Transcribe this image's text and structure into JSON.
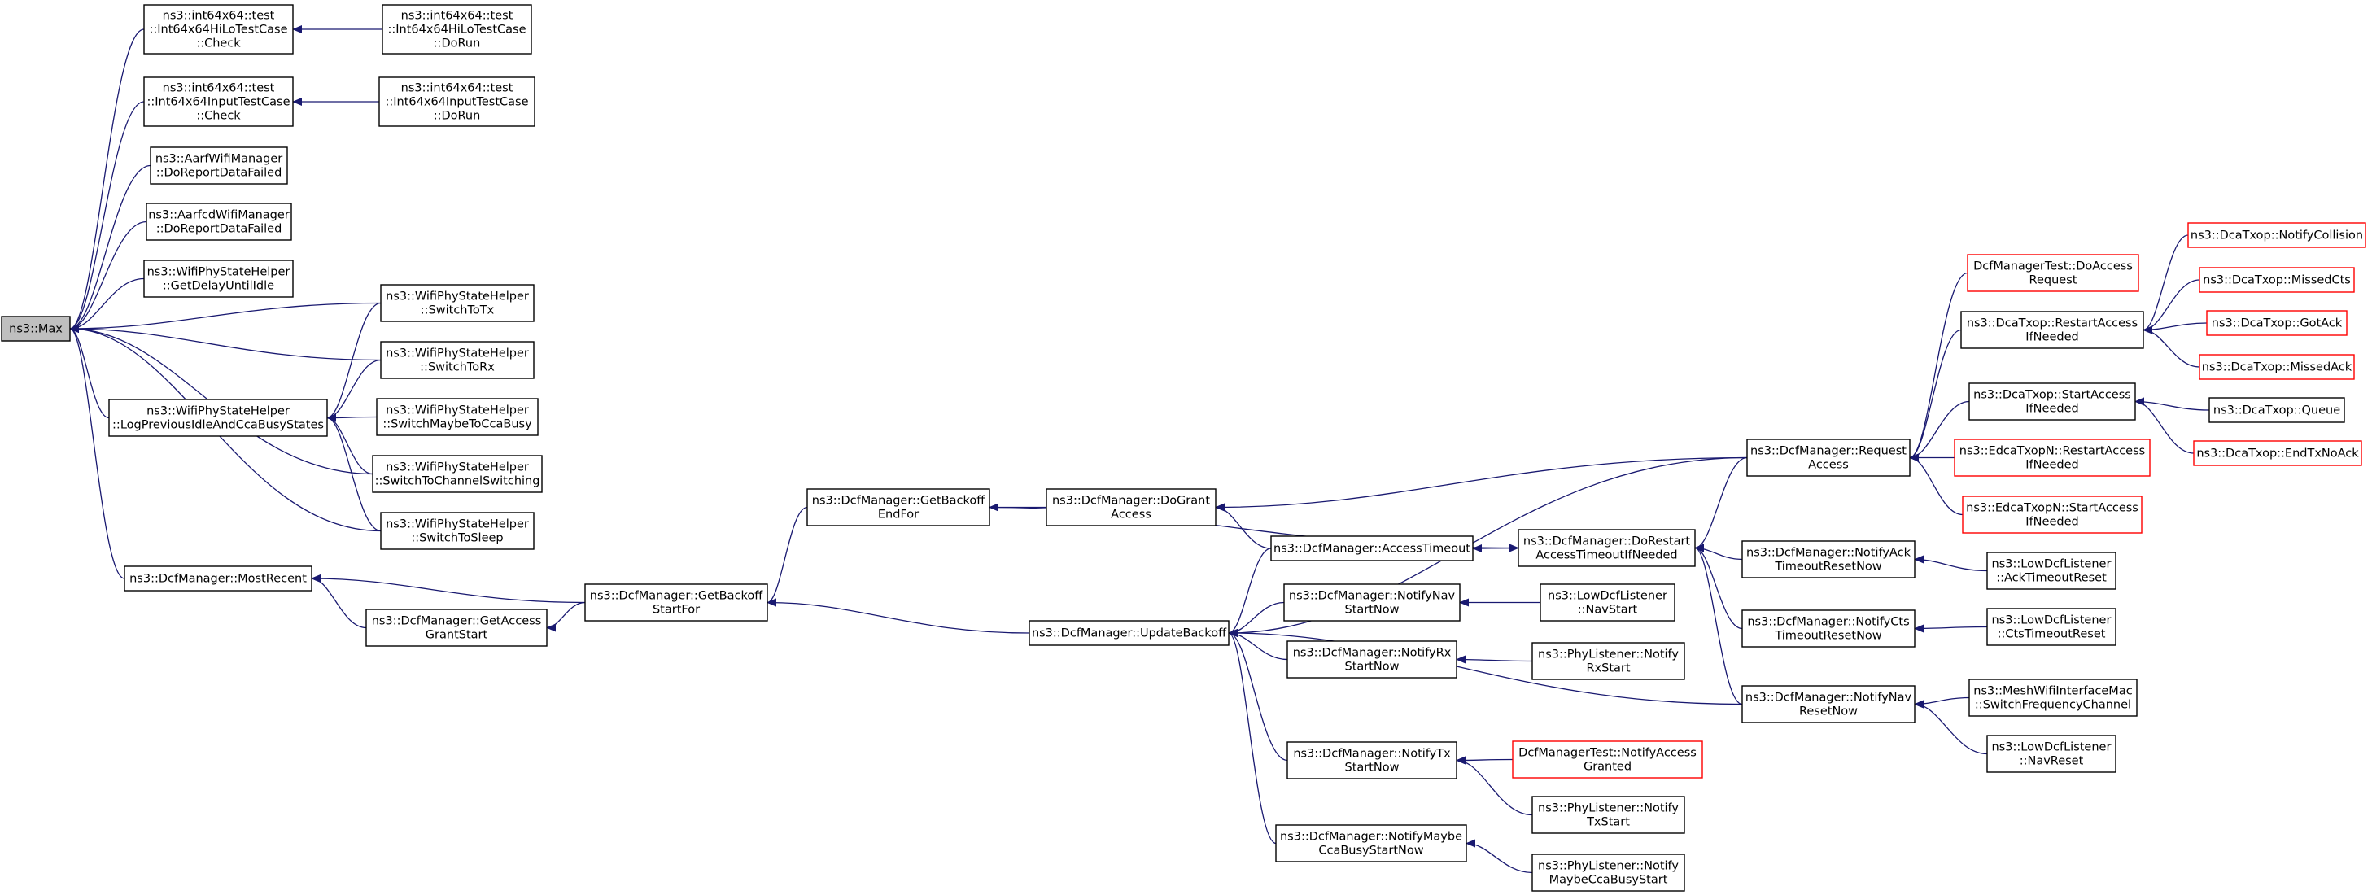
{
  "graph": {
    "edge_color": "#191970",
    "missing_border_color": "#ff0000",
    "root_fill": "#bfbfbf",
    "nodes": [
      {
        "id": "max",
        "lines": [
          "ns3::Max"
        ],
        "root": true
      },
      {
        "id": "i64hilo_check",
        "lines": [
          "ns3::int64x64::test",
          "::Int64x64HiLoTestCase",
          "::Check"
        ]
      },
      {
        "id": "i64hilo_dorun",
        "lines": [
          "ns3::int64x64::test",
          "::Int64x64HiLoTestCase",
          "::DoRun"
        ]
      },
      {
        "id": "i64input_check",
        "lines": [
          "ns3::int64x64::test",
          "::Int64x64InputTestCase",
          "::Check"
        ]
      },
      {
        "id": "i64input_dorun",
        "lines": [
          "ns3::int64x64::test",
          "::Int64x64InputTestCase",
          "::DoRun"
        ]
      },
      {
        "id": "aarf",
        "lines": [
          "ns3::AarfWifiManager",
          "::DoReportDataFailed"
        ]
      },
      {
        "id": "aarfcd",
        "lines": [
          "ns3::AarfcdWifiManager",
          "::DoReportDataFailed"
        ]
      },
      {
        "id": "getdelay",
        "lines": [
          "ns3::WifiPhyStateHelper",
          "::GetDelayUntilIdle"
        ]
      },
      {
        "id": "switchtotx",
        "lines": [
          "ns3::WifiPhyStateHelper",
          "::SwitchToTx"
        ]
      },
      {
        "id": "switchtorx",
        "lines": [
          "ns3::WifiPhyStateHelper",
          "::SwitchToRx"
        ]
      },
      {
        "id": "logprev",
        "lines": [
          "ns3::WifiPhyStateHelper",
          "::LogPreviousIdleAndCcaBusyStates"
        ]
      },
      {
        "id": "switchmaybe",
        "lines": [
          "ns3::WifiPhyStateHelper",
          "::SwitchMaybeToCcaBusy"
        ]
      },
      {
        "id": "switchchan",
        "lines": [
          "ns3::WifiPhyStateHelper",
          "::SwitchToChannelSwitching"
        ]
      },
      {
        "id": "switchsleep",
        "lines": [
          "ns3::WifiPhyStateHelper",
          "::SwitchToSleep"
        ]
      },
      {
        "id": "mostrecent",
        "lines": [
          "ns3::DcfManager::MostRecent"
        ]
      },
      {
        "id": "getaccessgrant",
        "lines": [
          "ns3::DcfManager::GetAccess",
          "GrantStart"
        ]
      },
      {
        "id": "getbackoffstart",
        "lines": [
          "ns3::DcfManager::GetBackoff",
          "StartFor"
        ]
      },
      {
        "id": "getbackoffend",
        "lines": [
          "ns3::DcfManager::GetBackoff",
          "EndFor"
        ]
      },
      {
        "id": "dogrant",
        "lines": [
          "ns3::DcfManager::DoGrant",
          "Access"
        ]
      },
      {
        "id": "updatebackoff",
        "lines": [
          "ns3::DcfManager::UpdateBackoff"
        ]
      },
      {
        "id": "accesstimeout",
        "lines": [
          "ns3::DcfManager::AccessTimeout"
        ]
      },
      {
        "id": "dorestart",
        "lines": [
          "ns3::DcfManager::DoRestart",
          "AccessTimeoutIfNeeded"
        ]
      },
      {
        "id": "notifynavstart",
        "lines": [
          "ns3::DcfManager::NotifyNav",
          "StartNow"
        ]
      },
      {
        "id": "lownavstart",
        "lines": [
          "ns3::LowDcfListener",
          "::NavStart"
        ]
      },
      {
        "id": "notifyrxstart",
        "lines": [
          "ns3::DcfManager::NotifyRx",
          "StartNow"
        ]
      },
      {
        "id": "phyrxstart",
        "lines": [
          "ns3::PhyListener::Notify",
          "RxStart"
        ]
      },
      {
        "id": "notifytxstart",
        "lines": [
          "ns3::DcfManager::NotifyTx",
          "StartNow"
        ]
      },
      {
        "id": "dcftestgranted",
        "lines": [
          "DcfManagerTest::NotifyAccess",
          "Granted"
        ],
        "missing": true
      },
      {
        "id": "phytxstart",
        "lines": [
          "ns3::PhyListener::Notify",
          "TxStart"
        ]
      },
      {
        "id": "notifymaybecca",
        "lines": [
          "ns3::DcfManager::NotifyMaybe",
          "CcaBusyStartNow"
        ]
      },
      {
        "id": "phymaybecca",
        "lines": [
          "ns3::PhyListener::Notify",
          "MaybeCcaBusyStart"
        ]
      },
      {
        "id": "requestaccess",
        "lines": [
          "ns3::DcfManager::Request",
          "Access"
        ]
      },
      {
        "id": "notifyack",
        "lines": [
          "ns3::DcfManager::NotifyAck",
          "TimeoutResetNow"
        ]
      },
      {
        "id": "lowack",
        "lines": [
          "ns3::LowDcfListener",
          "::AckTimeoutReset"
        ]
      },
      {
        "id": "notifycts",
        "lines": [
          "ns3::DcfManager::NotifyCts",
          "TimeoutResetNow"
        ]
      },
      {
        "id": "lowcts",
        "lines": [
          "ns3::LowDcfListener",
          "::CtsTimeoutReset"
        ]
      },
      {
        "id": "notifynavreset",
        "lines": [
          "ns3::DcfManager::NotifyNav",
          "ResetNow"
        ]
      },
      {
        "id": "meshswitch",
        "lines": [
          "ns3::MeshWifiInterfaceMac",
          "::SwitchFrequencyChannel"
        ]
      },
      {
        "id": "lownavreset",
        "lines": [
          "ns3::LowDcfListener",
          "::NavReset"
        ]
      },
      {
        "id": "dcftestdoaccess",
        "lines": [
          "DcfManagerTest::DoAccess",
          "Request"
        ],
        "missing": true
      },
      {
        "id": "restartaccess",
        "lines": [
          "ns3::DcaTxop::RestartAccess",
          "IfNeeded"
        ]
      },
      {
        "id": "startaccess",
        "lines": [
          "ns3::DcaTxop::StartAccess",
          "IfNeeded"
        ]
      },
      {
        "id": "edcarestart",
        "lines": [
          "ns3::EdcaTxopN::RestartAccess",
          "IfNeeded"
        ],
        "missing": true
      },
      {
        "id": "edcastart",
        "lines": [
          "ns3::EdcaTxopN::StartAccess",
          "IfNeeded"
        ],
        "missing": true
      },
      {
        "id": "notifycollision",
        "lines": [
          "ns3::DcaTxop::NotifyCollision"
        ],
        "missing": true
      },
      {
        "id": "missedcts",
        "lines": [
          "ns3::DcaTxop::MissedCts"
        ],
        "missing": true
      },
      {
        "id": "gotack",
        "lines": [
          "ns3::DcaTxop::GotAck"
        ],
        "missing": true
      },
      {
        "id": "missedack",
        "lines": [
          "ns3::DcaTxop::MissedAck"
        ],
        "missing": true
      },
      {
        "id": "queue",
        "lines": [
          "ns3::DcaTxop::Queue"
        ]
      },
      {
        "id": "endtxnoack",
        "lines": [
          "ns3::DcaTxop::EndTxNoAck"
        ],
        "missing": true
      }
    ],
    "edges": [
      [
        "i64hilo_check",
        "max"
      ],
      [
        "i64input_check",
        "max"
      ],
      [
        "aarf",
        "max"
      ],
      [
        "aarfcd",
        "max"
      ],
      [
        "getdelay",
        "max"
      ],
      [
        "switchtotx",
        "max"
      ],
      [
        "switchtorx",
        "max"
      ],
      [
        "logprev",
        "max"
      ],
      [
        "switchchan",
        "max"
      ],
      [
        "switchsleep",
        "max"
      ],
      [
        "mostrecent",
        "max"
      ],
      [
        "i64hilo_dorun",
        "i64hilo_check"
      ],
      [
        "i64input_dorun",
        "i64input_check"
      ],
      [
        "switchtotx",
        "logprev"
      ],
      [
        "switchtorx",
        "logprev"
      ],
      [
        "switchmaybe",
        "logprev"
      ],
      [
        "switchchan",
        "logprev"
      ],
      [
        "switchsleep",
        "logprev"
      ],
      [
        "getaccessgrant",
        "mostrecent"
      ],
      [
        "getbackoffstart",
        "mostrecent"
      ],
      [
        "getbackoffstart",
        "getaccessgrant"
      ],
      [
        "getbackoffend",
        "getbackoffstart"
      ],
      [
        "updatebackoff",
        "getbackoffstart"
      ],
      [
        "dogrant",
        "getbackoffend"
      ],
      [
        "dorestart",
        "getbackoffend"
      ],
      [
        "requestaccess",
        "dogrant"
      ],
      [
        "accesstimeout",
        "dogrant"
      ],
      [
        "notifynavstart",
        "updatebackoff"
      ],
      [
        "notifyrxstart",
        "updatebackoff"
      ],
      [
        "notifytxstart",
        "updatebackoff"
      ],
      [
        "notifymaybecca",
        "updatebackoff"
      ],
      [
        "accesstimeout",
        "updatebackoff"
      ],
      [
        "requestaccess",
        "updatebackoff"
      ],
      [
        "notifynavreset",
        "updatebackoff"
      ],
      [
        "dorestart",
        "accesstimeout"
      ],
      [
        "accesstimeout",
        "dorestart"
      ],
      [
        "requestaccess",
        "dorestart"
      ],
      [
        "notifyack",
        "dorestart"
      ],
      [
        "notifycts",
        "dorestart"
      ],
      [
        "notifynavreset",
        "dorestart"
      ],
      [
        "lownavstart",
        "notifynavstart"
      ],
      [
        "phyrxstart",
        "notifyrxstart"
      ],
      [
        "dcftestgranted",
        "notifytxstart"
      ],
      [
        "phytxstart",
        "notifytxstart"
      ],
      [
        "phymaybecca",
        "notifymaybecca"
      ],
      [
        "lowack",
        "notifyack"
      ],
      [
        "lowcts",
        "notifycts"
      ],
      [
        "meshswitch",
        "notifynavreset"
      ],
      [
        "lownavreset",
        "notifynavreset"
      ],
      [
        "dcftestdoaccess",
        "requestaccess"
      ],
      [
        "restartaccess",
        "requestaccess"
      ],
      [
        "startaccess",
        "requestaccess"
      ],
      [
        "edcarestart",
        "requestaccess"
      ],
      [
        "edcastart",
        "requestaccess"
      ],
      [
        "notifycollision",
        "restartaccess"
      ],
      [
        "missedcts",
        "restartaccess"
      ],
      [
        "gotack",
        "restartaccess"
      ],
      [
        "missedack",
        "restartaccess"
      ],
      [
        "queue",
        "startaccess"
      ],
      [
        "endtxnoack",
        "startaccess"
      ]
    ]
  }
}
